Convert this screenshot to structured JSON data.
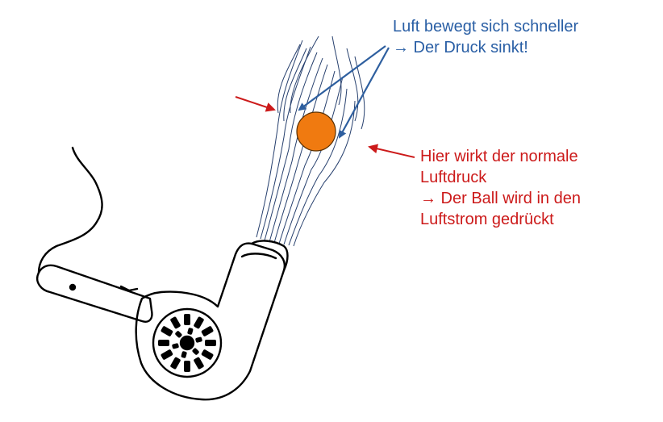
{
  "colors": {
    "blue_text": "#2a5fa5",
    "blue_arrow": "#2e5f9f",
    "red": "#cc1a1a",
    "ball": "#f07a10",
    "stroke": "#000000",
    "airflow": "#27406e"
  },
  "annotation_blue": {
    "line1": "Luft bewegt sich schneller",
    "line2": "→ Der Druck sinkt!"
  },
  "annotation_red": {
    "line1": "Hier wirkt der normale",
    "line2": "Luftdruck",
    "line3": "→ Der Ball wird in den",
    "line4": "Luftstrom gedrückt"
  },
  "icons": {
    "hair_dryer": "hair-dryer-icon",
    "ball": "ball-icon"
  }
}
